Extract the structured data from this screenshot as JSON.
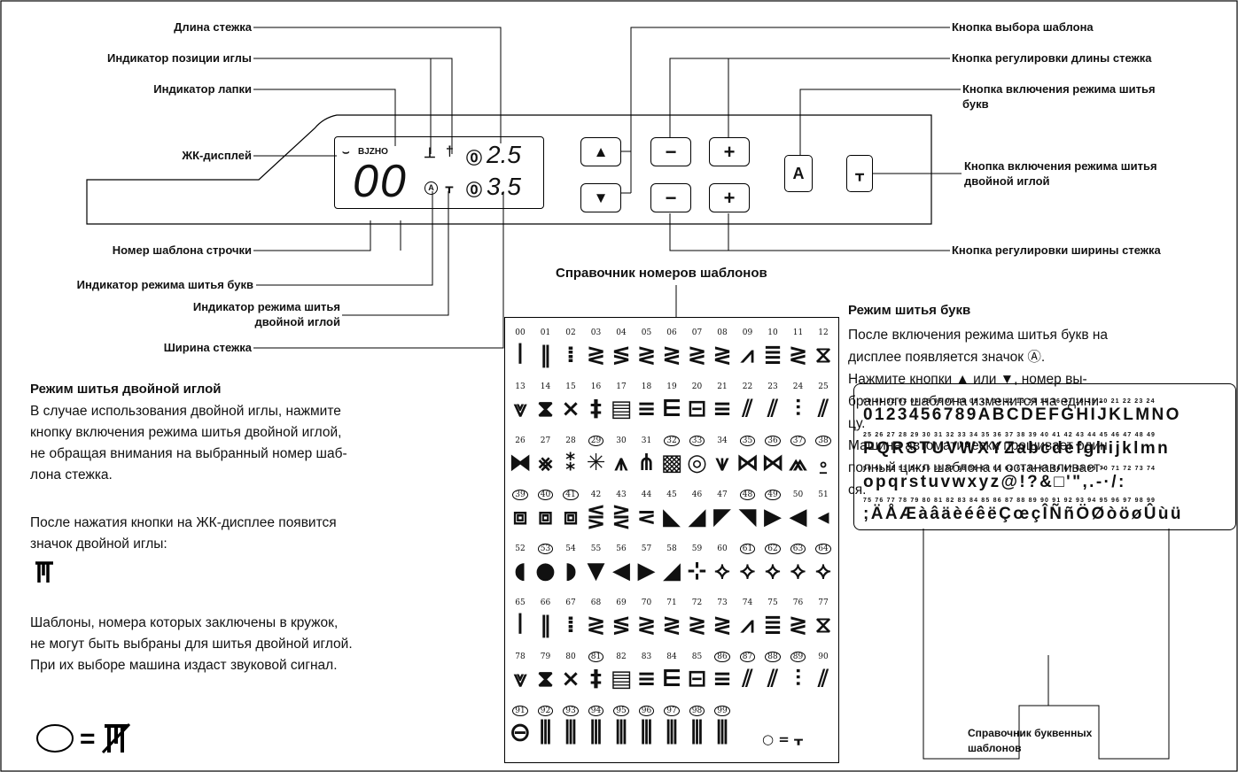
{
  "labels": {
    "stitch_length": "Длина стежка",
    "needle_position_indicator": "Индикатор позиции иглы",
    "foot_indicator": "Индикатор лапки",
    "lcd_display": "ЖК-дисплей",
    "pattern_number": "Номер шаблона строчки",
    "letter_mode_indicator": "Индикатор режима шитья букв",
    "twin_needle_indicator_line1": "Индикатор режима шитья",
    "twin_needle_indicator_line2": "двойной иглой",
    "stitch_width": "Ширина стежка",
    "pattern_select_button": "Кнопка выбора шаблона",
    "length_adjust_button": "Кнопка регулировки длины стежка",
    "letter_mode_button_line1": "Кнопка включения режима шитья",
    "letter_mode_button_line2": "букв",
    "twin_needle_button_line1": "Кнопка включения режима шитья",
    "twin_needle_button_line2": "двойной иглой",
    "width_adjust_button": "Кнопка регулировки ширины стежка"
  },
  "lcd": {
    "foot_code": "BJZHO",
    "pattern_digits": "00",
    "length_value": "2.5",
    "width_value": "3.5",
    "letter_symbol": "A"
  },
  "buttons": {
    "up": "▲",
    "down": "▼",
    "minus": "−",
    "plus": "+",
    "letter": "A",
    "twin": "ᚁ"
  },
  "pattern_chart": {
    "title": "Справочник номеров шаблонов",
    "rows": [
      [
        "00",
        "01",
        "02",
        "03",
        "04",
        "05",
        "06",
        "07",
        "08",
        "09",
        "10",
        "11",
        "12"
      ],
      [
        "13",
        "14",
        "15",
        "16",
        "17",
        "18",
        "19",
        "20",
        "21",
        "22",
        "23",
        "24",
        "25"
      ],
      [
        "26",
        "27",
        "28",
        "29",
        "30",
        "31",
        "32",
        "33",
        "34",
        "35",
        "36",
        "37",
        "38"
      ],
      [
        "39",
        "40",
        "41",
        "42",
        "43",
        "44",
        "45",
        "46",
        "47",
        "48",
        "49",
        "50",
        "51"
      ],
      [
        "52",
        "53",
        "54",
        "55",
        "56",
        "57",
        "58",
        "59",
        "60",
        "61",
        "62",
        "63",
        "64"
      ],
      [
        "65",
        "66",
        "67",
        "68",
        "69",
        "70",
        "71",
        "72",
        "73",
        "74",
        "75",
        "76",
        "77"
      ],
      [
        "78",
        "79",
        "80",
        "81",
        "82",
        "83",
        "84",
        "85",
        "86",
        "87",
        "88",
        "89",
        "90"
      ],
      [
        "91",
        "92",
        "93",
        "94",
        "95",
        "96",
        "97",
        "98",
        "99"
      ]
    ],
    "circled": [
      "29",
      "32",
      "33",
      "35",
      "36",
      "37",
      "38",
      "39",
      "40",
      "41",
      "48",
      "49",
      "53",
      "61",
      "62",
      "63",
      "64",
      "81",
      "86",
      "87",
      "88",
      "89",
      "91",
      "92",
      "93",
      "94",
      "95",
      "96",
      "97",
      "98",
      "99"
    ],
    "legend_symbol": "○ = ᚁ"
  },
  "twin_needle_section": {
    "heading": "Режим шитья двойной иглой",
    "p1_lines": [
      "В случае использования двойной иглы, нажмите",
      "кнопку включения режима шитья двойной иглой,",
      "не обращая внимания на выбранный номер шаб-",
      "лона стежка."
    ],
    "p2_lines": [
      "После нажатия кнопки на ЖК-дисплее появится",
      "значок двойной иглы:"
    ],
    "p3_lines": [
      "Шаблоны, номера которых заключены в кружок,",
      "не могут быть выбраны для шитья двойной иглой.",
      "При их выборе машина издаст звуковой сигнал."
    ]
  },
  "letter_section": {
    "heading": "Режим шитья букв",
    "lines": [
      "После включения режима шитья букв на",
      "дисплее появляется значок Ⓐ.",
      "Нажмите кнопки ▲ или ▼, номер вы-",
      "бранного шаблона изменится на едини-",
      "цу.",
      "Машина автоматически прошивает один",
      "полный цикл шаблона и останавливает-",
      "ся."
    ]
  },
  "alpha_chart": {
    "num_rows": [
      "00 01 02 03 04 05 06 07 08 09 10 11 12 13 14 15 16 17 18 19 20 21 22 23 24",
      "25 26 27 28 29 30 31 32 33 34 35 36 37 38 39 40 41 42 43 44 45 46 47 48 49",
      "50 51 52 53 54 55 56 57 58 59 60 61 62 63 64 65 66 67 68 69 70 71 72 73 74",
      "75 76 77 78 79 80 81 82 83 84 85 86 87 88 89 90 91 92 93 94 95 96 97 98 99"
    ],
    "char_rows": [
      "0123456789ABCDEFGHIJKLMNO",
      "PQRSTUVWXYZabcdefghijklmn",
      "opqrstuvwxyz@!?&□'\",.-·/:",
      ";ÄÅÆàâäèéêëÇœçÎÑñÖØòöøÛùü"
    ],
    "caption_line1": "Справочник буквенных",
    "caption_line2": "шаблонов"
  }
}
